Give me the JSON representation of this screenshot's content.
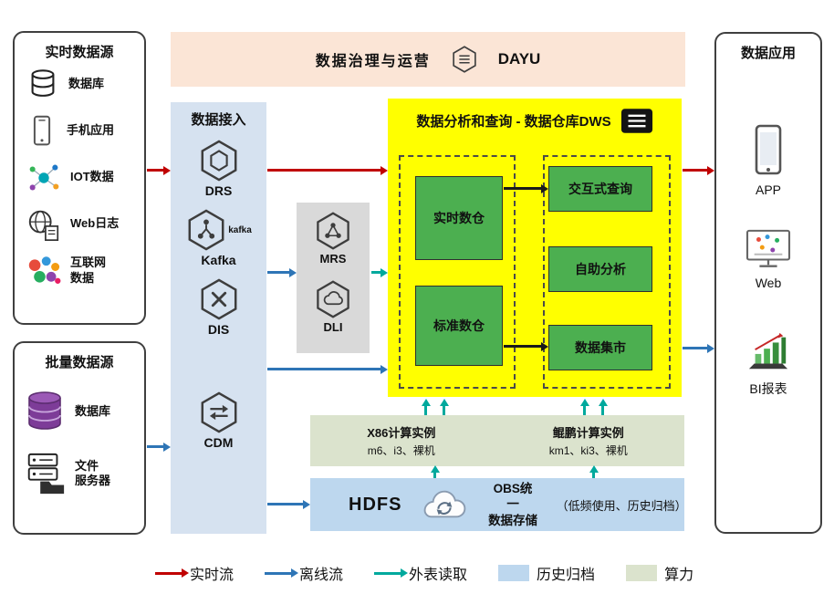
{
  "colors": {
    "realtime": "#c00000",
    "offline": "#2e75b6",
    "external": "#00a99d",
    "flow_black": "#1a1a1a",
    "banner_bg": "#fbe5d6",
    "ingestion_bg": "#d6e2f0",
    "services_bg": "#d9d9d9",
    "dws_bg": "#ffff00",
    "warehouse_green": "#4caf50",
    "compute_bg": "#dbe3cd",
    "storage_bg": "#bdd7ee"
  },
  "realtime_sources": {
    "title": "实时数据源",
    "items": [
      {
        "icon": "database-icon",
        "label": "数据库"
      },
      {
        "icon": "mobile-phone-icon",
        "label": "手机应用"
      },
      {
        "icon": "iot-icon",
        "label": "IOT数据"
      },
      {
        "icon": "web-log-icon",
        "label": "Web日志"
      },
      {
        "icon": "internet-data-icon",
        "label": "互联网\n数据"
      }
    ]
  },
  "batch_sources": {
    "title": "批量数据源",
    "items": [
      {
        "icon": "purple-database-icon",
        "label": "数据库"
      },
      {
        "icon": "file-server-icon",
        "label": "文件\n服务器"
      }
    ]
  },
  "governance": {
    "title": "数据治理与运营",
    "product": "DAYU",
    "icon": "dayu-hexagon-icon"
  },
  "ingestion": {
    "title": "数据接入",
    "items": [
      {
        "icon": "drs-hexagon-icon",
        "label": "DRS"
      },
      {
        "icon": "kafka-hexagon-icon",
        "label": "Kafka",
        "side_label": "kafka"
      },
      {
        "icon": "dis-hexagon-icon",
        "label": "DIS"
      },
      {
        "icon": "cdm-hexagon-icon",
        "label": "CDM"
      }
    ]
  },
  "analytics_services": {
    "items": [
      {
        "icon": "mrs-hexagon-icon",
        "label": "MRS"
      },
      {
        "icon": "dli-hexagon-icon",
        "label": "DLI"
      }
    ]
  },
  "dws": {
    "title": "数据分析和查询 - 数据仓库DWS",
    "icon": "report-icon",
    "warehouses": [
      {
        "label": "实时数仓"
      },
      {
        "label": "标准数仓"
      }
    ],
    "consumption": [
      {
        "label": "交互式查询"
      },
      {
        "label": "自助分析"
      },
      {
        "label": "数据集市"
      }
    ]
  },
  "compute_instances": {
    "x86": {
      "title": "X86计算实例",
      "subtitle": "m6、i3、裸机"
    },
    "kunpeng": {
      "title": "鲲鹏计算实例",
      "subtitle": "km1、ki3、裸机"
    }
  },
  "storage": {
    "hdfs_label": "HDFS",
    "obs_label": "OBS统一\n数据存储",
    "obs_note": "（低频使用、历史归档）",
    "icon": "cloud-sync-icon"
  },
  "applications": {
    "title": "数据应用",
    "items": [
      {
        "icon": "app-phone-icon",
        "label": "APP"
      },
      {
        "icon": "web-monitor-icon",
        "label": "Web"
      },
      {
        "icon": "bi-chart-icon",
        "label": "BI报表"
      }
    ]
  },
  "legend": {
    "items": [
      {
        "type": "arrow",
        "color_key": "realtime",
        "label": "实时流"
      },
      {
        "type": "arrow",
        "color_key": "offline",
        "label": "离线流"
      },
      {
        "type": "arrow",
        "color_key": "external",
        "label": "外表读取"
      },
      {
        "type": "swatch",
        "color_key": "storage_bg",
        "label": "历史归档"
      },
      {
        "type": "swatch",
        "color_key": "compute_bg",
        "label": "算力"
      }
    ]
  }
}
